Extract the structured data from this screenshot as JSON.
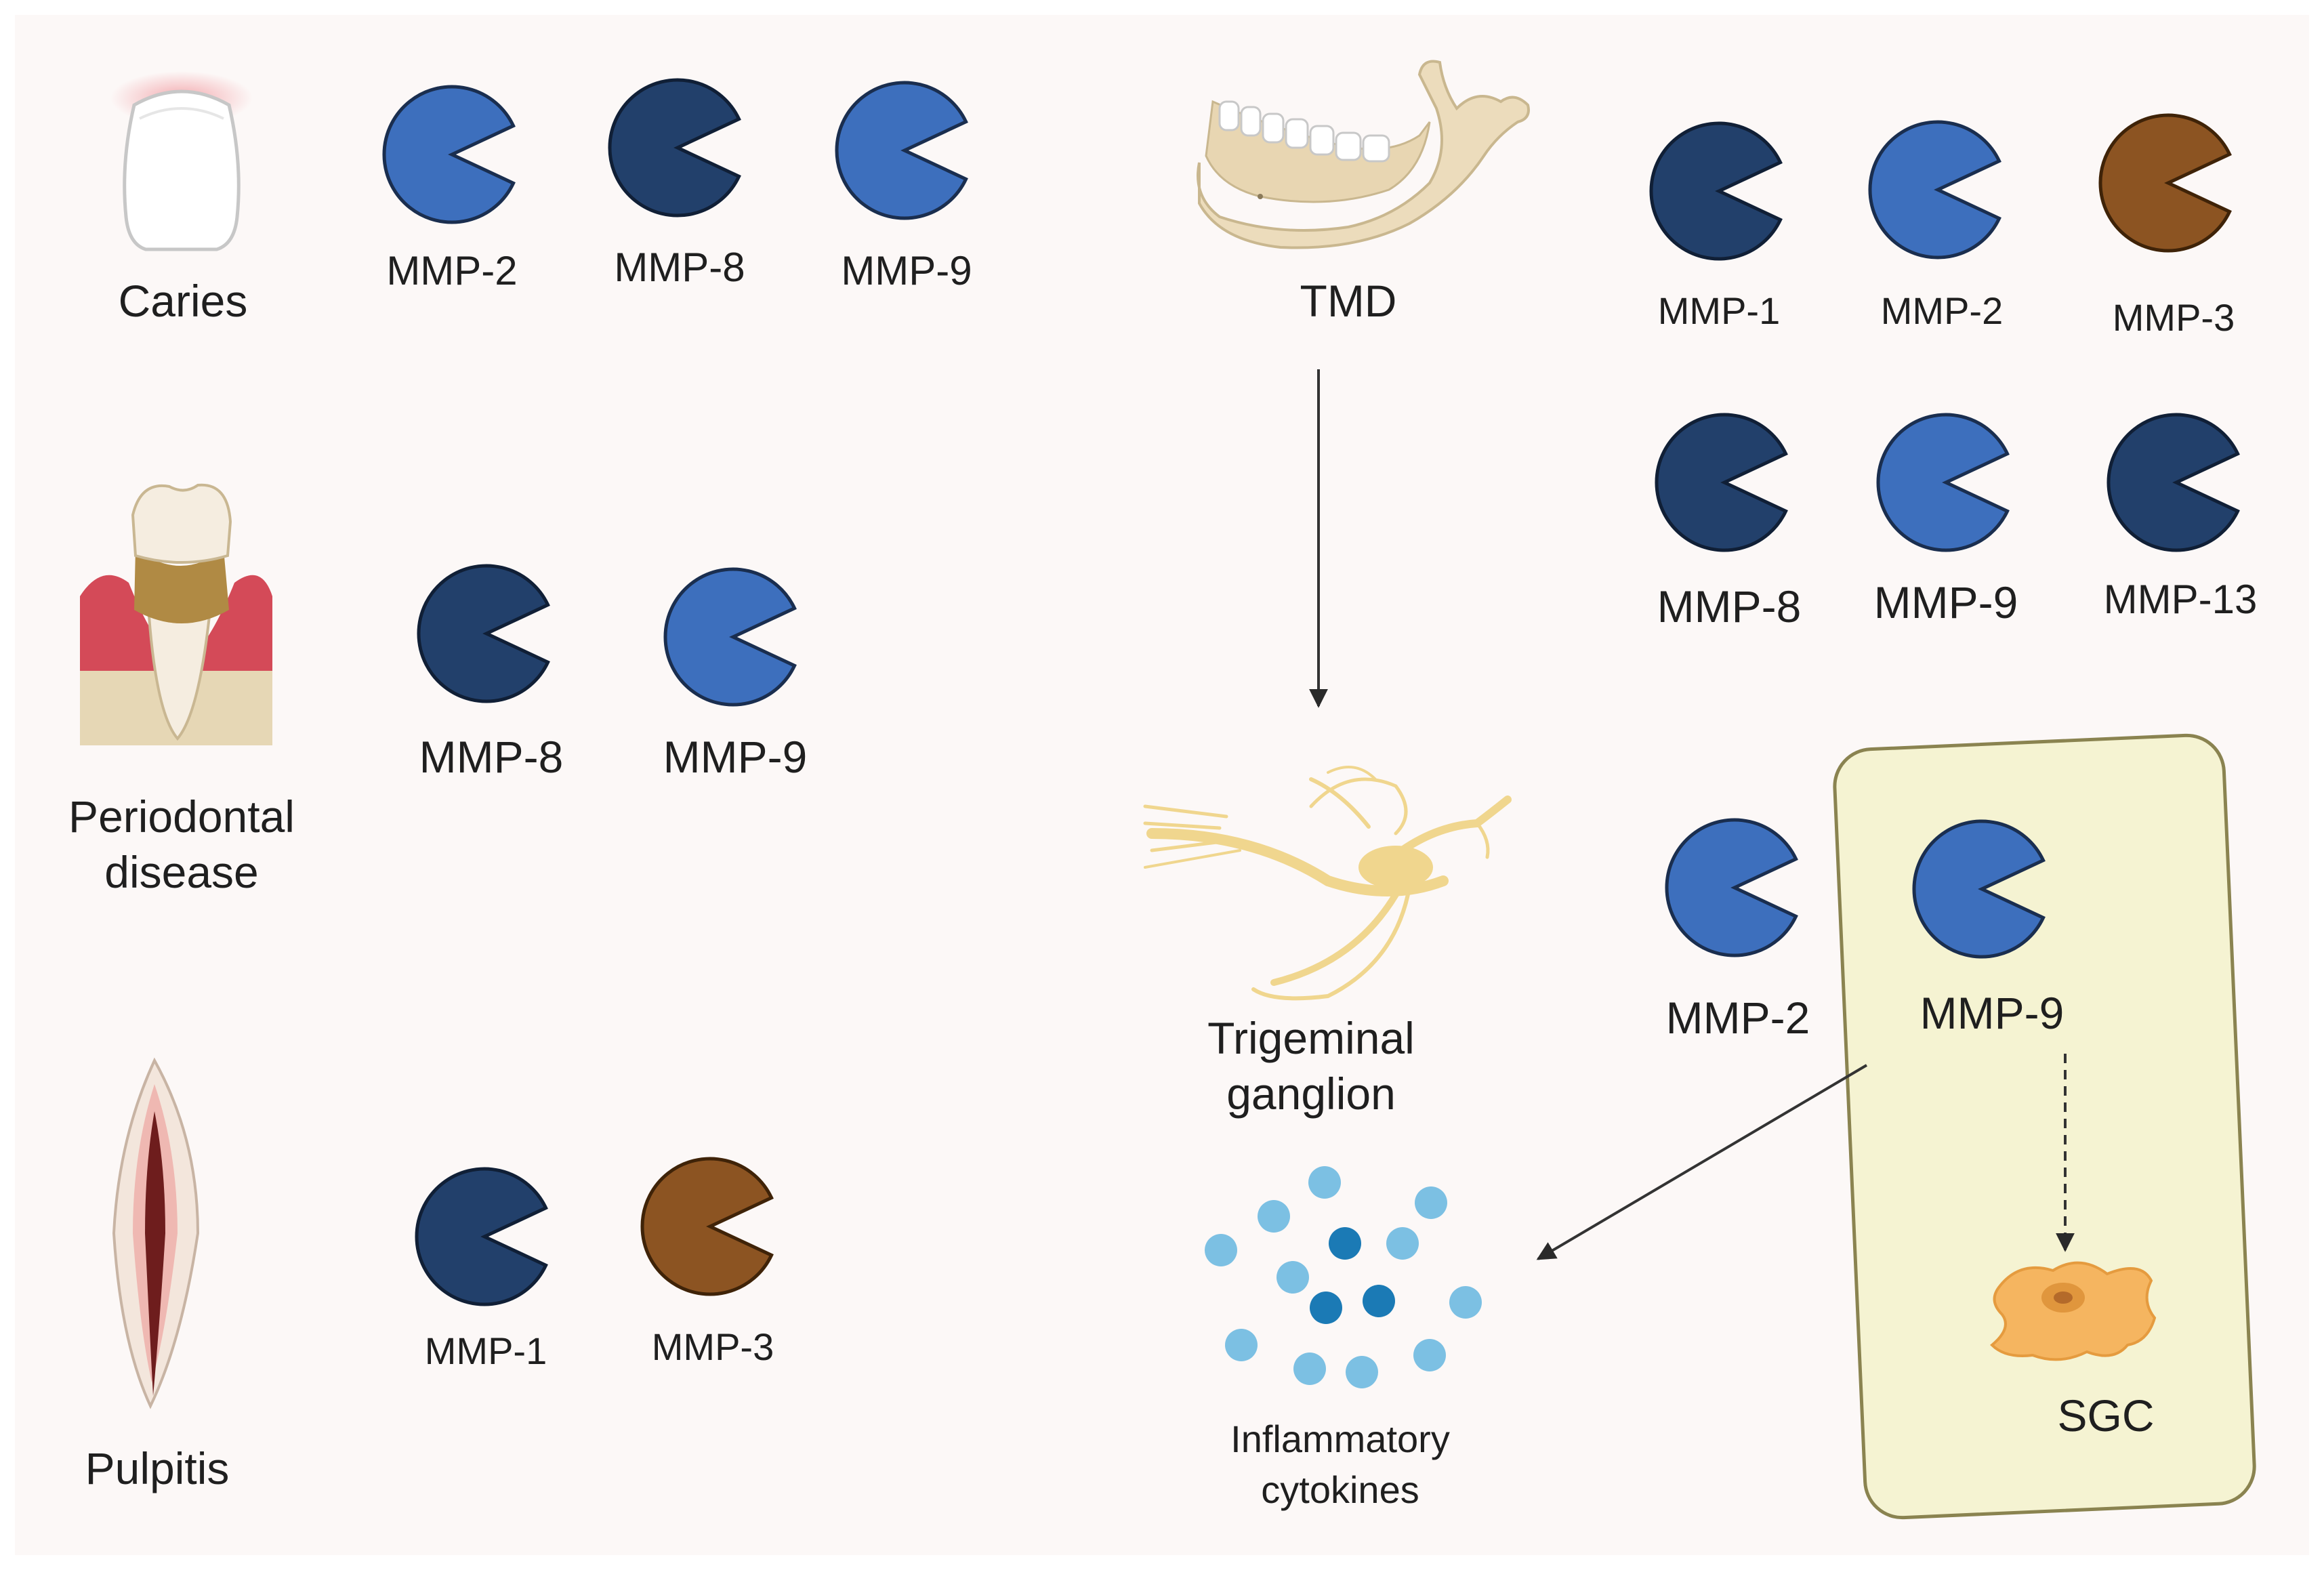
{
  "colors": {
    "background": "#fcf8f7",
    "mmp_light": "#3d6fbd",
    "mmp_dark": "#22406b",
    "mmp_brown": "#8c5422",
    "sgc_panel": "#f5f3d2",
    "sgc_panel_border": "#8a8350",
    "nerve": "#f0d68e",
    "cytokine_light": "#7cc0e3",
    "cytokine_dark": "#1b7ab5"
  },
  "conditions": {
    "caries": {
      "label": "Caries",
      "enzymes": [
        "MMP-2",
        "MMP-8",
        "MMP-9"
      ],
      "icon": "incisor-tooth-icon"
    },
    "periodontal": {
      "label_line1": "Periodontal",
      "label_line2": "disease",
      "enzymes": [
        "MMP-8",
        "MMP-9"
      ],
      "icon": "periodontal-tooth-icon"
    },
    "pulpitis": {
      "label": "Pulpitis",
      "enzymes": [
        "MMP-1",
        "MMP-3"
      ],
      "icon": "tooth-cross-section-icon"
    }
  },
  "tmd": {
    "label": "TMD",
    "icon": "mandible-icon",
    "enzymes_row1": [
      "MMP-1",
      "MMP-2",
      "MMP-3"
    ],
    "enzymes_row2": [
      "MMP-8",
      "MMP-9",
      "MMP-13"
    ]
  },
  "ganglion": {
    "label_line1": "Trigeminal",
    "label_line2": "ganglion",
    "icon": "neuron-icon",
    "enzyme_outside": "MMP-2",
    "enzyme_inside": "MMP-9"
  },
  "sgc": {
    "label": "SGC",
    "icon": "satellite-glial-cell-icon"
  },
  "cytokines": {
    "label_line1": "Inflammatory",
    "label_line2": "cytokines",
    "icon": "cytokine-dots-icon"
  }
}
